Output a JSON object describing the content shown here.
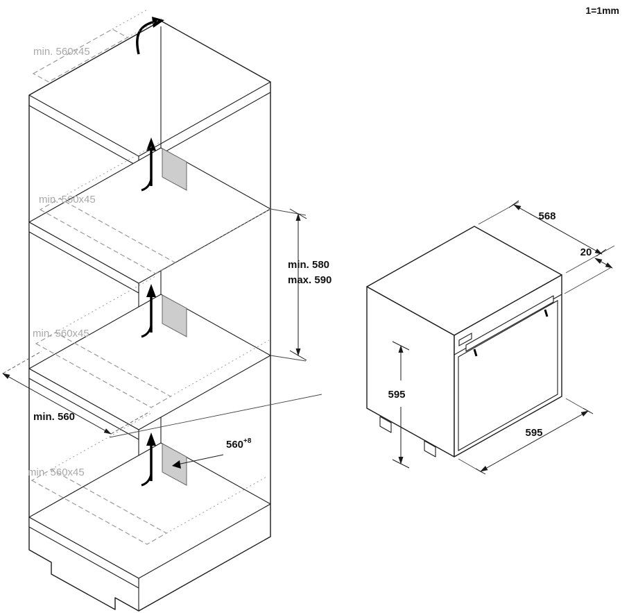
{
  "scale_note": "1=1mm",
  "cabinet": {
    "vent_cutout_labels": [
      "min. 560x45",
      "min. 560x45",
      "min. 560x45",
      "min. 560x45"
    ],
    "niche_height": {
      "min": "min. 580",
      "max": "max. 590"
    },
    "depth_dimension": "min. 560",
    "bottom_niche_width": {
      "value": "560",
      "tolerance": "+8"
    }
  },
  "oven": {
    "depth": "568",
    "front_overhang": "20",
    "height": "595",
    "width": "595"
  },
  "colors": {
    "line": "#1a1a1a",
    "muted_label": "#a8a8a8",
    "vent_fill": "#cdcdcd",
    "background": "#ffffff"
  }
}
